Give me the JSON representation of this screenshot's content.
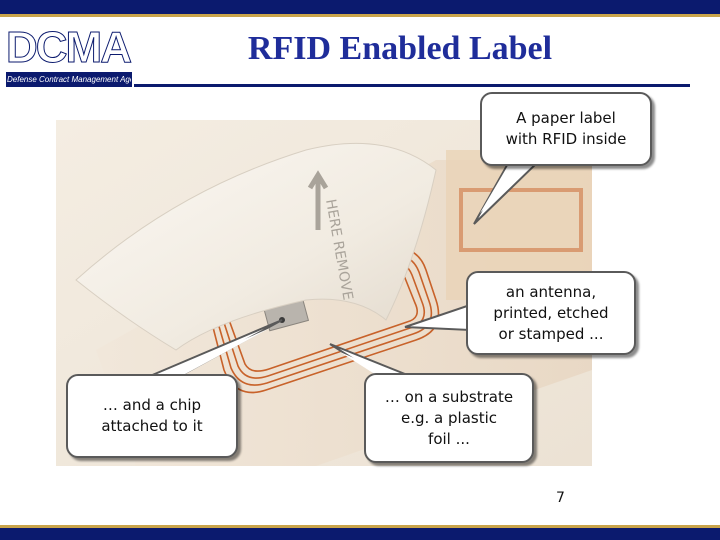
{
  "slide": {
    "title": "RFID Enabled Label",
    "page_number": "7"
  },
  "logo": {
    "word": "DCMA",
    "agency": "Defense Contract Management Agency"
  },
  "callouts": {
    "paper_label": "A paper label\nwith RFID inside",
    "antenna": "an antenna,\nprinted, etched\nor stamped ...",
    "chip": "… and a chip\nattached to it",
    "substrate": "… on a substrate\ne.g. a plastic\nfoil ..."
  },
  "photo": {
    "label_text": "HERE REMOVE"
  },
  "colors": {
    "navy": "#0b1a6e",
    "title_blue": "#1f2d9a",
    "gold": "#c9a44a",
    "antenna_copper": "#c8622a"
  }
}
